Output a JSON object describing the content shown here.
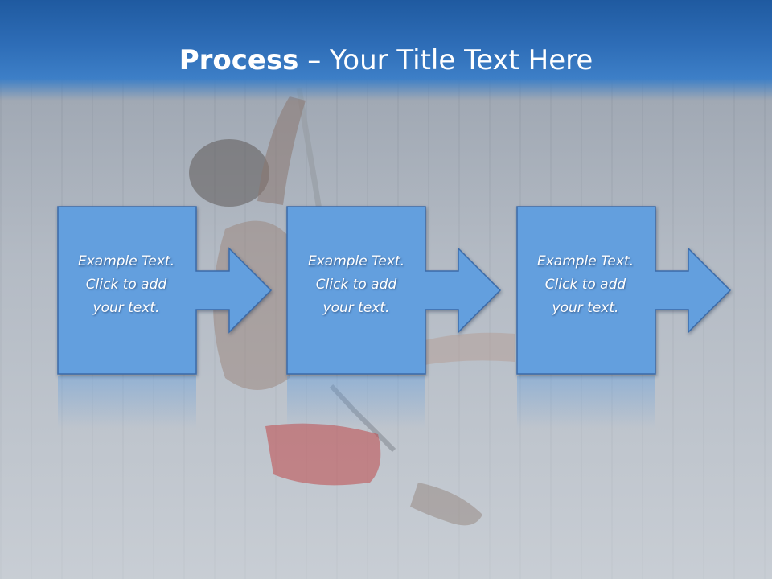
{
  "title": {
    "bold": "Process",
    "rest": " – Your Title Text Here"
  },
  "steps": [
    {
      "line1": "Example Text.",
      "line2": "Click  to add",
      "line3": "your text."
    },
    {
      "line1": "Example Text.",
      "line2": "Click  to add",
      "line3": "your text."
    },
    {
      "line1": "Example Text.",
      "line2": "Click  to add",
      "line3": "your text."
    }
  ],
  "colors": {
    "shape_fill": "#649fde",
    "shape_stroke": "#3a6aa8",
    "title_band": "#2e6db7"
  }
}
